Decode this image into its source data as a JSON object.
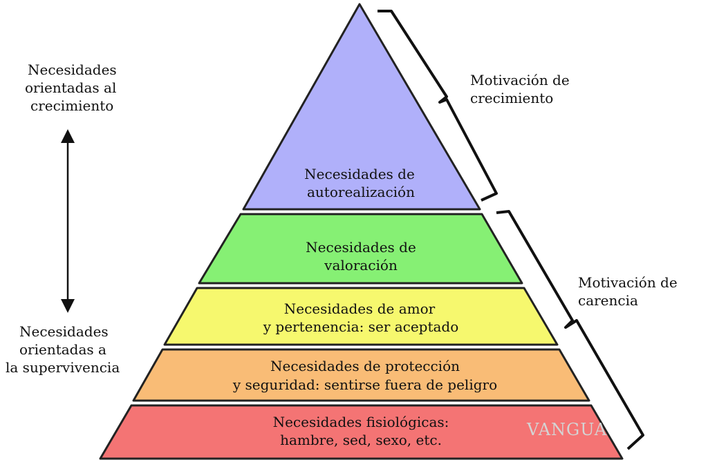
{
  "tiers": [
    {
      "line1": "Necesidades de",
      "line2": "autorealización",
      "color": "#b0b0fa"
    },
    {
      "line1": "Necesidades de",
      "line2": "valoración",
      "color": "#86f074"
    },
    {
      "line1": "Necesidades de amor",
      "line2": "y pertenencia: ser aceptado",
      "color": "#f6f86e"
    },
    {
      "line1": "Necesidades de protección",
      "line2": "y seguridad: sentirse fuera de peligro",
      "color": "#f9bc76"
    },
    {
      "line1": "Necesidades fisiológicas:",
      "line2": "hambre, sed, sexo, etc.",
      "color": "#f47474"
    }
  ],
  "left_top": {
    "line1": "Necesidades",
    "line2": "orientadas al",
    "line3": "crecimiento"
  },
  "left_bottom": {
    "line1": "Necesidades",
    "line2": "orientadas a",
    "line3": "la supervivencia"
  },
  "right_top": {
    "line1": "Motivación de",
    "line2": "crecimiento"
  },
  "right_bottom": {
    "line1": "Motivación de",
    "line2": "carencia"
  },
  "watermark": "VANGUA"
}
